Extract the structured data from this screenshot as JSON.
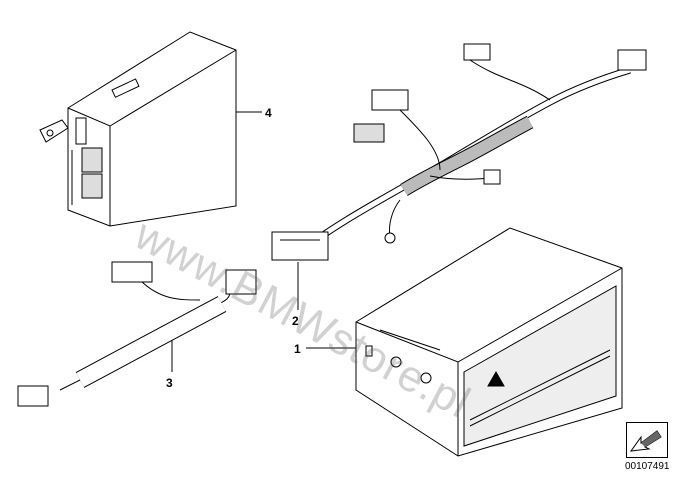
{
  "diagram": {
    "callouts": [
      {
        "id": "1",
        "label": "1"
      },
      {
        "id": "2",
        "label": "2"
      },
      {
        "id": "3",
        "label": "3"
      },
      {
        "id": "4",
        "label": "4"
      }
    ],
    "watermark": "www.BMWstore.pl",
    "document_number": "00107491",
    "nav_icon": "arrow-icon"
  }
}
